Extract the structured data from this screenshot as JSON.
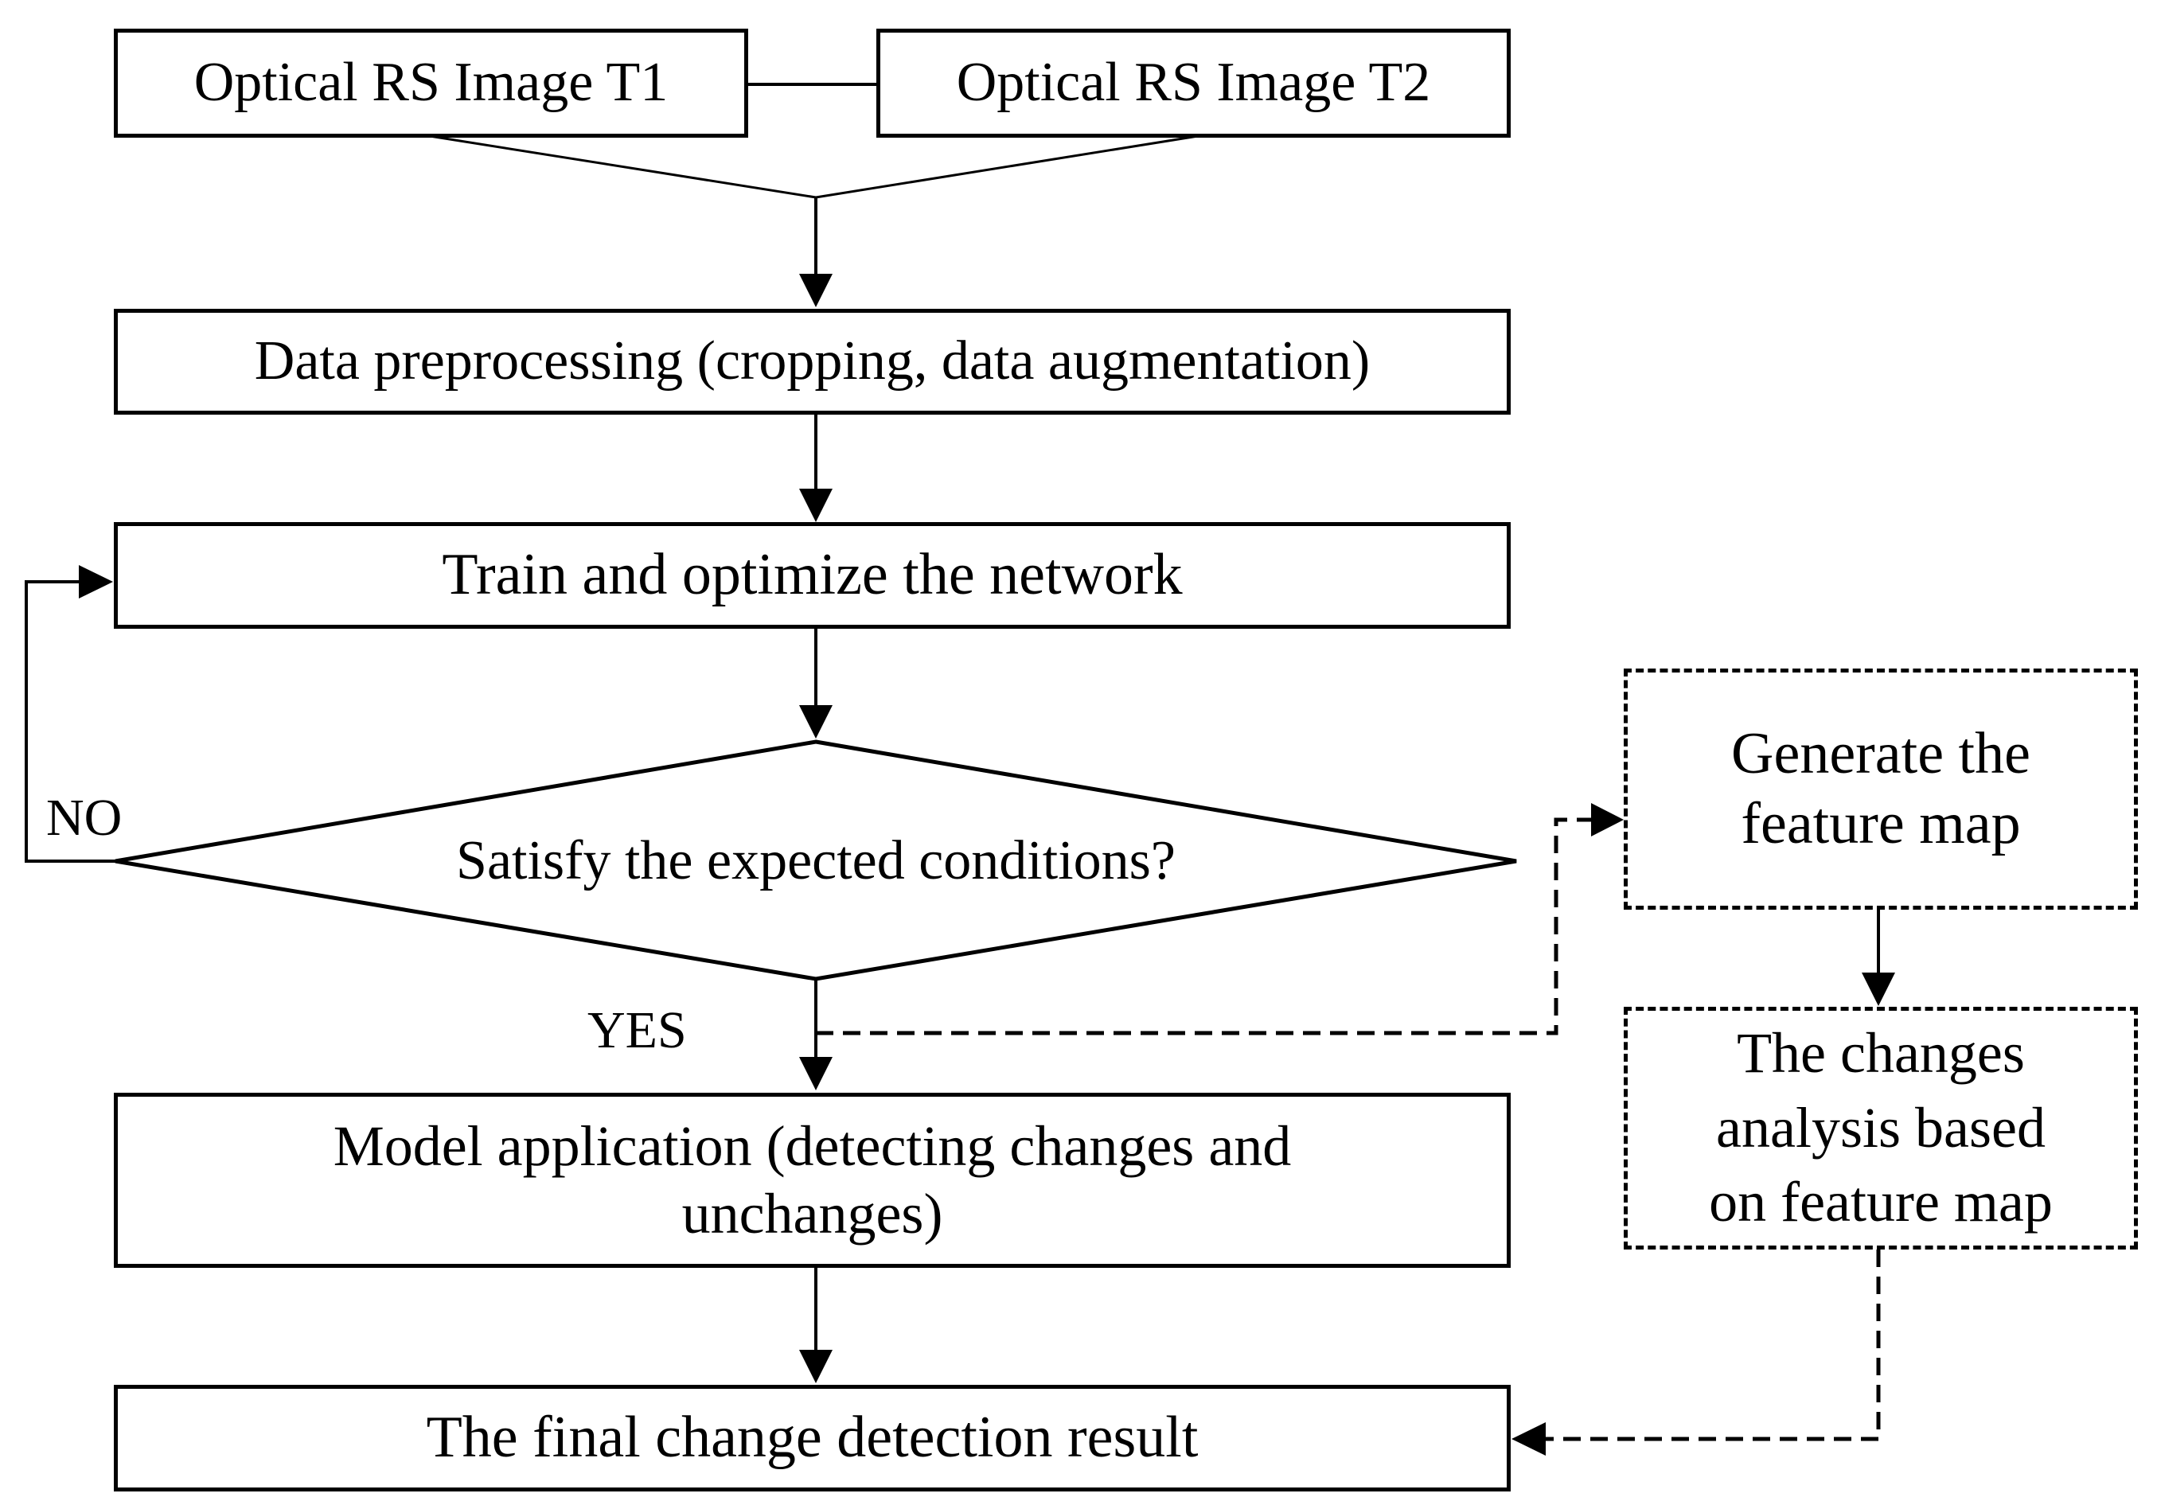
{
  "diagram": {
    "nodes": {
      "image_t1": "Optical RS Image T1",
      "image_t2": "Optical RS Image T2",
      "preprocessing": "Data preprocessing (cropping, data augmentation)",
      "train": "Train and optimize the network",
      "condition": "Satisfy the expected conditions?",
      "model_application_line1": "Model application (detecting changes and",
      "model_application_line2": "unchanges)",
      "final_result": "The final change detection result",
      "generate_line1": "Generate the",
      "generate_line2": "feature map",
      "analysis_line1": "The changes",
      "analysis_line2": "analysis based",
      "analysis_line3": "on feature map"
    },
    "edge_labels": {
      "no": "NO",
      "yes": "YES"
    },
    "colors": {
      "stroke": "#000000",
      "background": "#ffffff"
    }
  }
}
